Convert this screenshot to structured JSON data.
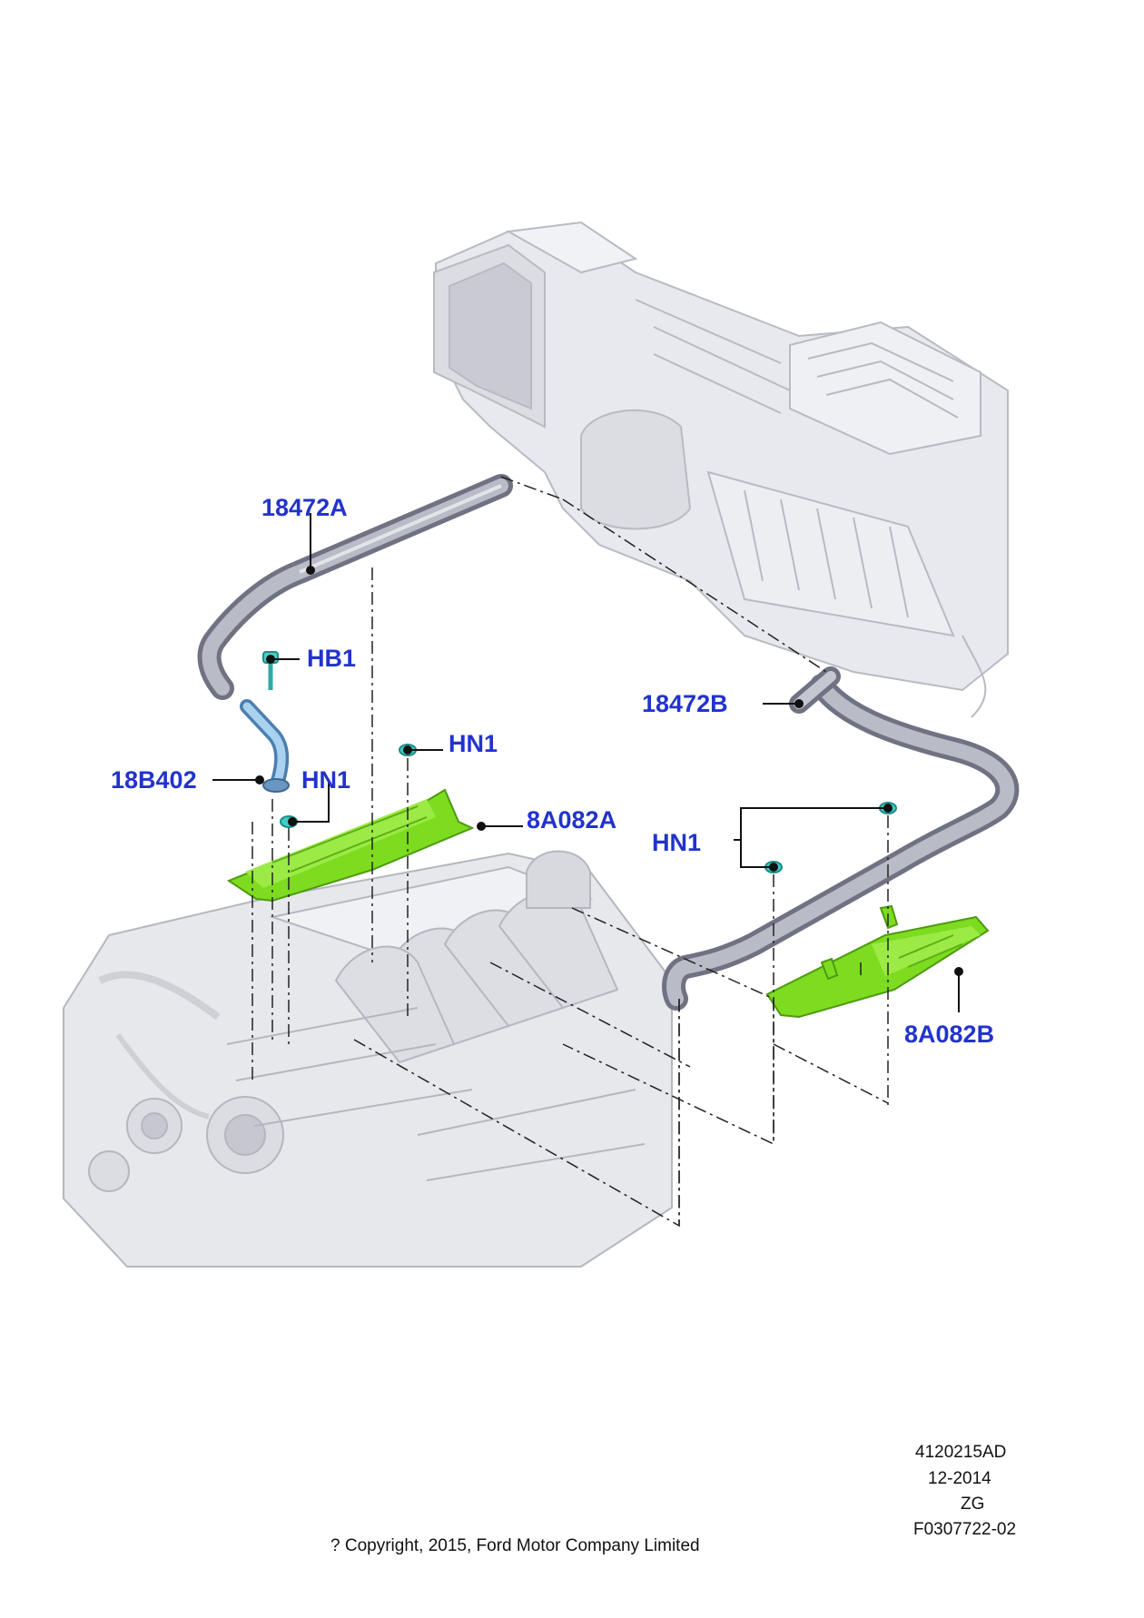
{
  "labels": {
    "hose_a": "18472A",
    "hose_b": "18472B",
    "bolt_hb1": "HB1",
    "nut_hn1_top": "HN1",
    "nut_hn1_left": "HN1",
    "nut_hn1_right": "HN1",
    "clip_18b402": "18B402",
    "shield_a": "8A082A",
    "shield_b": "8A082B"
  },
  "footer": {
    "ref_number": "4120215AD",
    "date": "12-2014",
    "code": "ZG",
    "figure_id": "F0307722-02",
    "copyright": "? Copyright, 2015, Ford Motor Company Limited"
  },
  "colors": {
    "callout_text": "#2233cc",
    "shield": "#7ddc1f",
    "fastener": "#37c7c0",
    "hose": "#7d8090",
    "background_parts": "#e4e5ea"
  }
}
